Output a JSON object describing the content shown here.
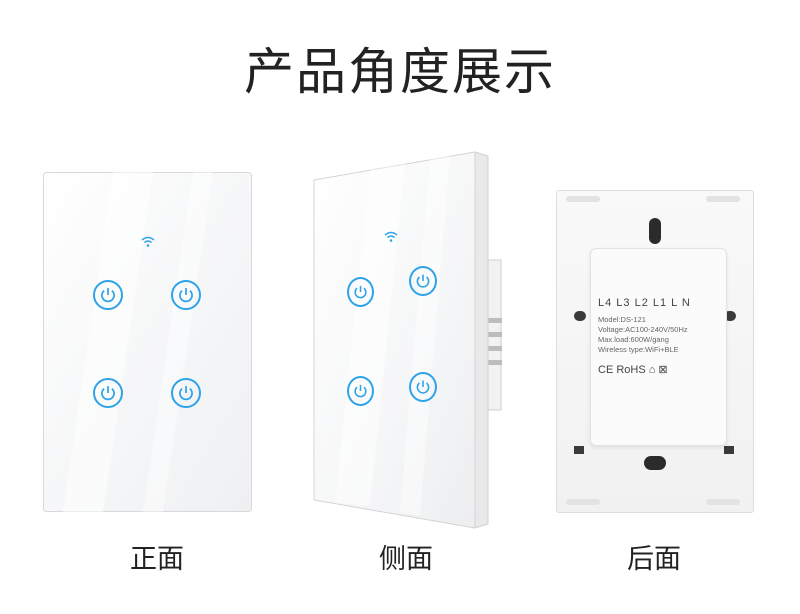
{
  "title": "产品角度展示",
  "captions": {
    "front": "正面",
    "side": "侧面",
    "back": "后面"
  },
  "back_label": {
    "terminals": "L4  L3  L2  L1   L   N",
    "model": "Model:DS-121",
    "voltage": "Voltage:AC100-240V/50Hz",
    "max_load": "Max.load:600W/gang",
    "wireless": "Wireless type:WiFi+BLE",
    "marks": "CE RoHS ⌂ ⊠"
  },
  "colors": {
    "accent": "#2fa3e8",
    "panel": "#fafafa"
  },
  "icons": [
    "wifi-icon",
    "power-icon"
  ]
}
